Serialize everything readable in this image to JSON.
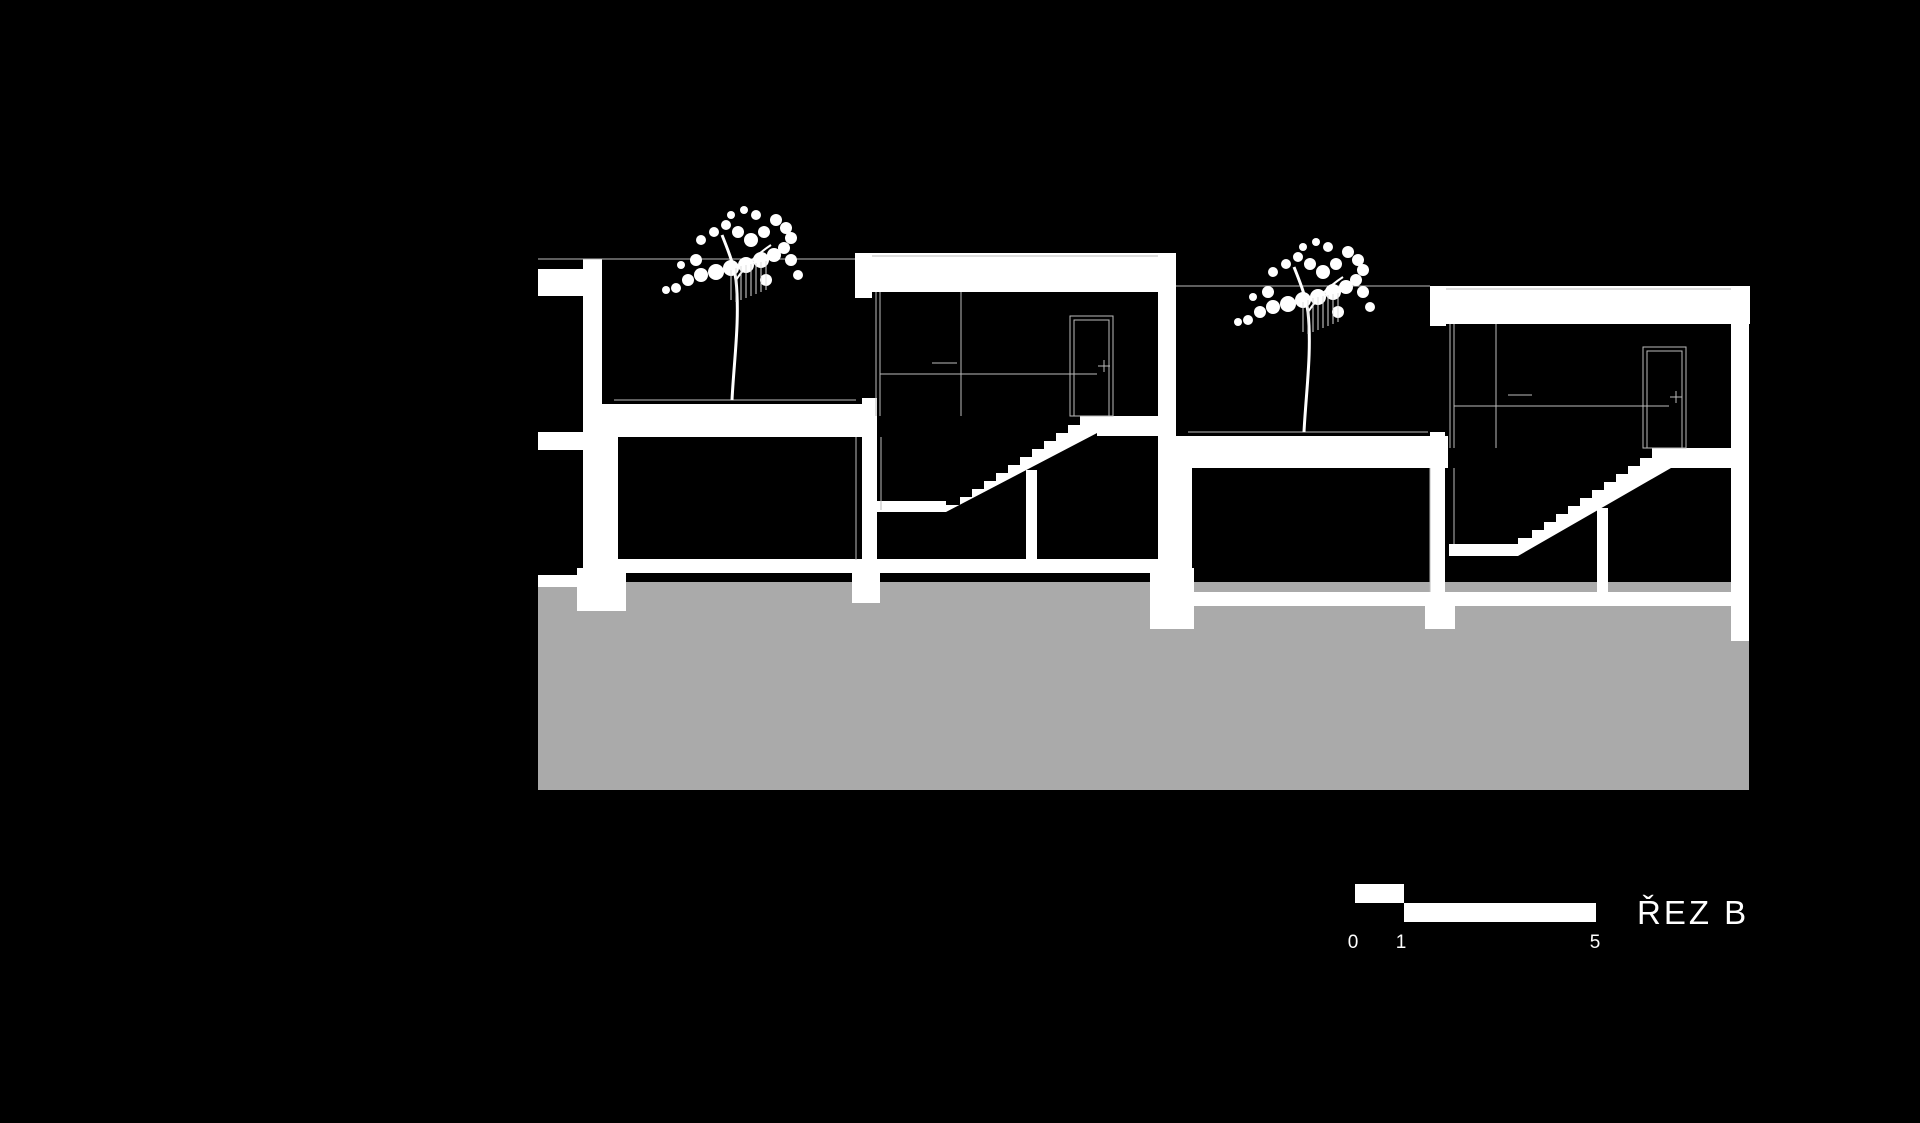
{
  "drawing": {
    "title": "ŘEZ B",
    "scale_bar": {
      "labels": [
        "0",
        "1",
        "5"
      ],
      "values": [
        0,
        1,
        5
      ]
    },
    "colors": {
      "background": "#000000",
      "structure": "#ffffff",
      "ground": "#aaaaaa",
      "linework": "#bbbbbb"
    }
  }
}
